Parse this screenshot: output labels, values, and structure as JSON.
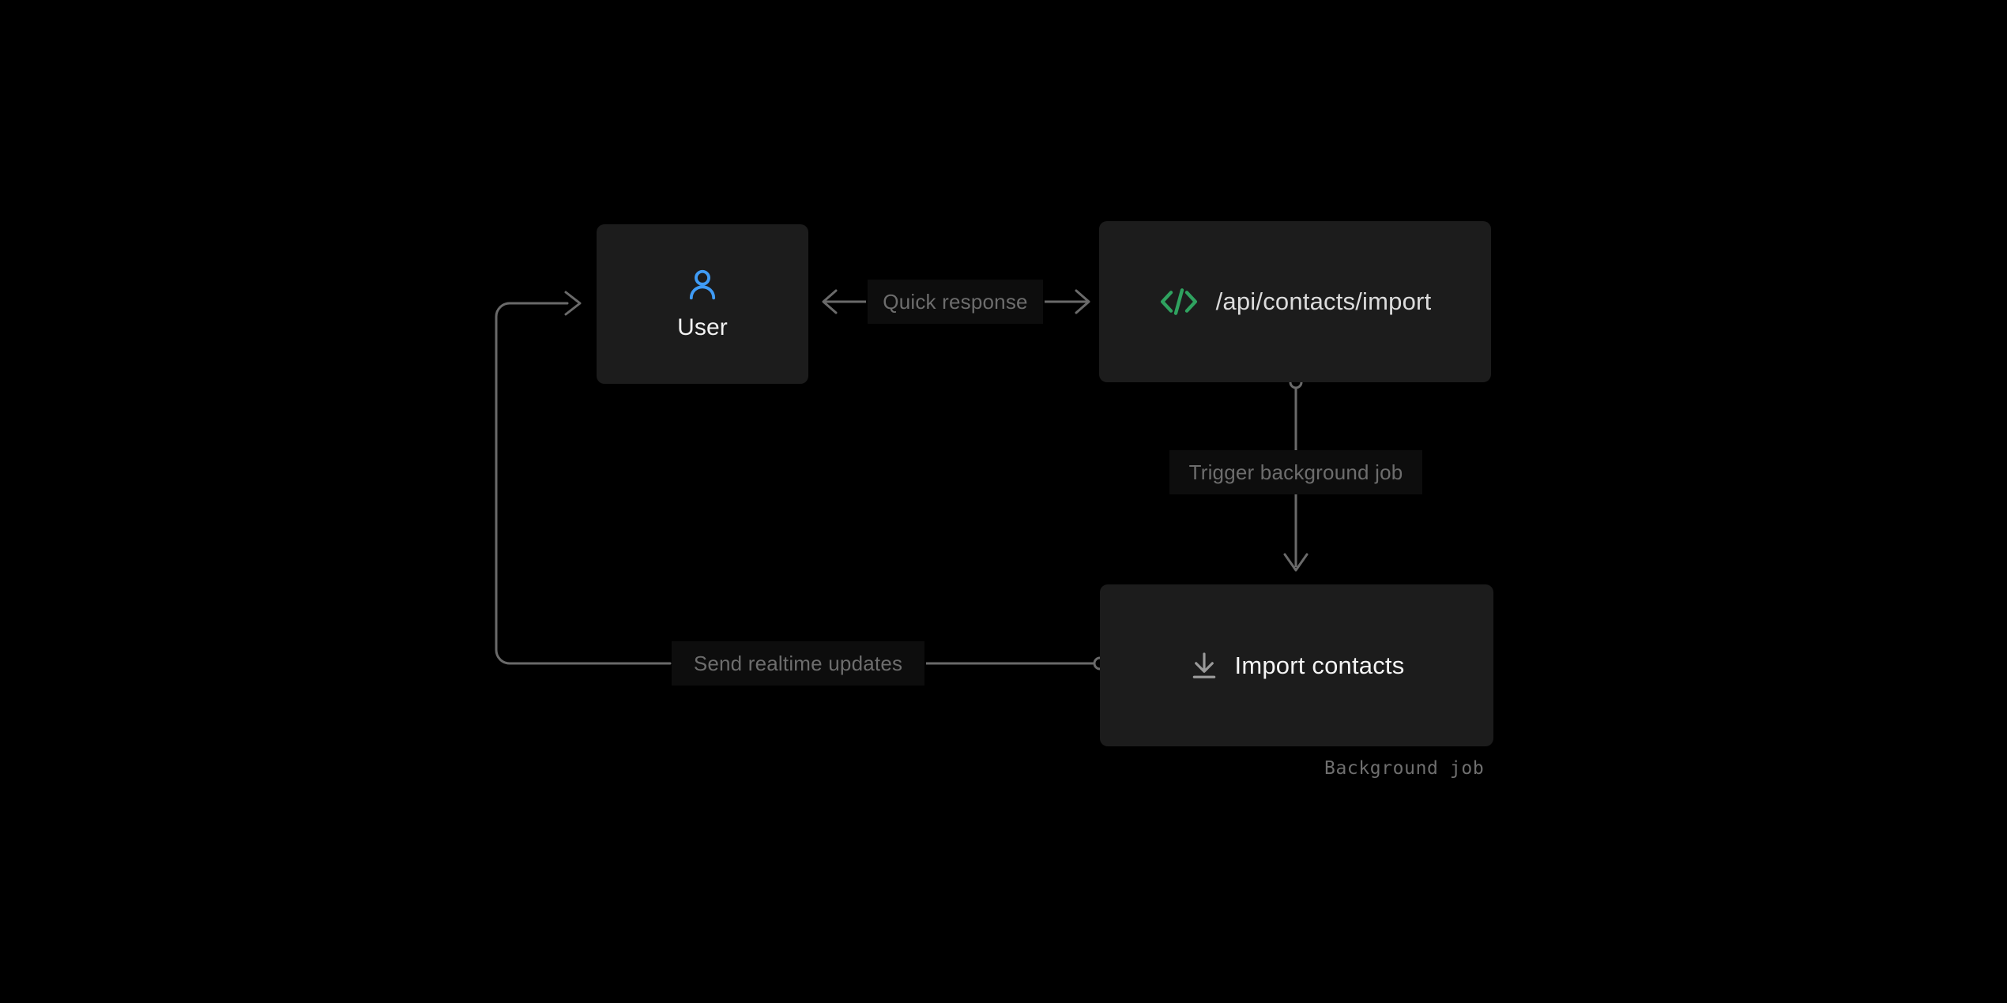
{
  "diagram": {
    "background_color": "#000000",
    "node_fill": "#1c1c1c",
    "edge_color": "#6a6a6a",
    "label_chip_fill": "#0d0d0d",
    "label_text_color": "#6d6d6d",
    "nodes": [
      {
        "id": "user",
        "label": "User",
        "icon": "user-icon",
        "icon_color": "#3f9bf5",
        "layout": "stacked"
      },
      {
        "id": "api",
        "label": "/api/contacts/import",
        "icon": "code-brackets-icon",
        "icon_color": "#2fa25f",
        "layout": "row"
      },
      {
        "id": "import",
        "label": "Import contacts",
        "icon": "download-icon",
        "icon_color": "#8e8e8e",
        "layout": "row",
        "caption": "Background job"
      }
    ],
    "edges": [
      {
        "id": "user-api",
        "label": "Quick response",
        "from": "api",
        "to": "user",
        "direction": "bidirectional"
      },
      {
        "id": "api-import",
        "label": "Trigger background job",
        "from": "api",
        "to": "import",
        "direction": "down",
        "start_marker": "circle",
        "end_marker": "arrow"
      },
      {
        "id": "import-user",
        "label": "Send realtime updates",
        "from": "import",
        "to": "user",
        "direction": "left-then-up",
        "start_marker": "circle",
        "end_marker": "arrow"
      }
    ]
  }
}
